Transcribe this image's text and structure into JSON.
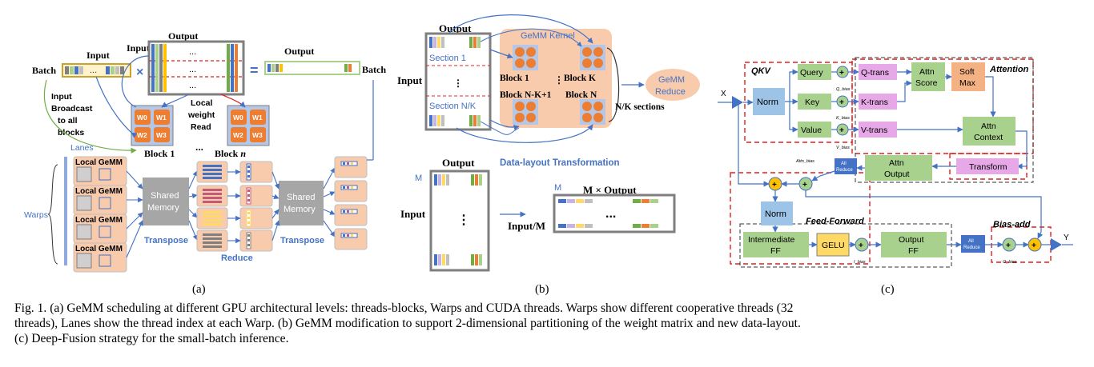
{
  "panel_a": {
    "input": "Input",
    "output": "Output",
    "output_right": "Output",
    "batch_left": "Batch",
    "batch_right": "Batch",
    "times": "×",
    "equals": "=",
    "input_left_of_matrix": "Input",
    "broadcast": [
      "Input",
      "Broadcast",
      "to all",
      "blocks"
    ],
    "local_weight": [
      "Local",
      "weight",
      "Read"
    ],
    "block1": "Block 1",
    "blockn_prefix": "Block ",
    "blockn_n": "n",
    "ellipsis": "...",
    "lanes": "Lanes",
    "warps": "Warps",
    "local_gemm": "Local GeMM",
    "shared_memory": [
      "Shared",
      "Memory"
    ],
    "transpose": "Transpose",
    "reduce": "Reduce",
    "w": [
      "W0",
      "W1",
      "W2",
      "W3"
    ]
  },
  "panel_b": {
    "output": "Output",
    "input": "Input",
    "section1": "Section 1",
    "sectionNK": "Section N/K",
    "gemm_kernel": "GeMM Kernel",
    "block1": "Block 1",
    "blockK": "Block K",
    "blockNK1": "Block N-K+1",
    "blockN": "Block N",
    "nk_sections": "N/K sections",
    "gemm_reduce": [
      "GeMM",
      "Reduce"
    ],
    "dlt": "Data-layout Transformation",
    "output2": "Output",
    "input2": "Input",
    "m": "M",
    "m2": "M",
    "input_m": "Input/M",
    "m_output": "M × Output",
    "dots": "..."
  },
  "panel_c": {
    "qkv": "QKV",
    "attention": "Attention",
    "x": "X",
    "norm": "Norm",
    "query": "Query",
    "key": "Key",
    "value": "Value",
    "q_bias": "Q_bias",
    "k_bias": "K_bias",
    "v_bias": "V_bias",
    "q_trans": "Q-trans",
    "k_trans": "K-trans",
    "v_trans": "V-trans",
    "attn_score": [
      "Attn",
      "Score"
    ],
    "soft_max": [
      "Soft",
      "Max"
    ],
    "attn_context": [
      "Attn",
      "Context"
    ],
    "transform": "Transform",
    "attn_output": [
      "Attn",
      "Output"
    ],
    "all_reduce": [
      "All",
      "Reduce"
    ],
    "attn_bias": "Attn_bias",
    "norm2": "Norm",
    "feed_forward": "Feed-Forward",
    "intermediate": [
      "Intermediate",
      "FF"
    ],
    "gelu": "GELU",
    "i_bias": "I_bias",
    "output_ff": [
      "Output",
      "FF"
    ],
    "all_reduce2": [
      "All",
      "Reduce"
    ],
    "bias_add": "Bias-add",
    "o_bias": "O_bias",
    "y": "Y",
    "plus": "+"
  },
  "subcaptions": {
    "a": "(a)",
    "b": "(b)",
    "c": "(c)"
  },
  "caption": [
    "Fig. 1.   (a) GeMM scheduling at different GPU architectural levels: threads-blocks, Warps and CUDA threads. Warps show different cooperative threads (32",
    "threads), Lanes show the thread index at each Warp. (b) GeMM modification to support 2-dimensional partitioning of the weight matrix and new data-layout.",
    "(c) Deep-Fusion strategy for the small-batch inference."
  ],
  "colors": {
    "accent_blue": "#4472c4",
    "orange_block": "#f8cbad",
    "orange_circle": "#ed7d31",
    "green_box": "#a9d18e",
    "purple_box": "#e6a8e6",
    "red_dash": "#e02020",
    "gold_plus": "#ffc000"
  }
}
